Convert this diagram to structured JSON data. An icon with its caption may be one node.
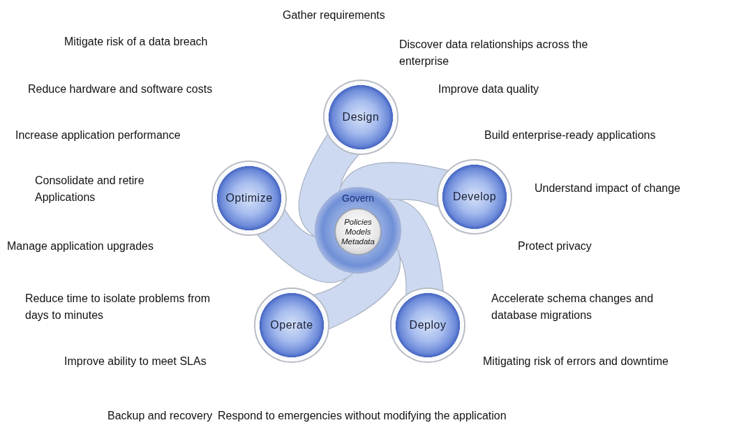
{
  "diagram": {
    "nodes": [
      {
        "text": [
          "Govern"
        ]
      },
      {
        "text": [
          "Policies",
          "Models",
          "Metadata"
        ],
        "in": 0
      },
      {
        "text": [
          "Design"
        ]
      },
      {
        "text": [
          "Develop"
        ]
      },
      {
        "text": [
          "Deploy"
        ]
      },
      {
        "text": [
          "Operate"
        ]
      },
      {
        "text": [
          "Optimize"
        ]
      }
    ],
    "labels": [
      "Gather requirements",
      "Mitigate risk of a data breach",
      "Discover data relationships across the enterprise",
      "Reduce hardware and software costs",
      "Improve data quality",
      "Increase application performance",
      "Build enterprise-ready applications",
      "Consolidate and retire Applications",
      "Understand impact of change",
      "Manage application upgrades",
      "Protect privacy",
      "Reduce time to isolate problems from days to minutes",
      "Accelerate schema changes and database migrations",
      "Improve ability to meet SLAs",
      "Mitigating risk of errors and downtime",
      "Backup and recovery",
      "Respond to emergencies without modifying the application"
    ]
  }
}
